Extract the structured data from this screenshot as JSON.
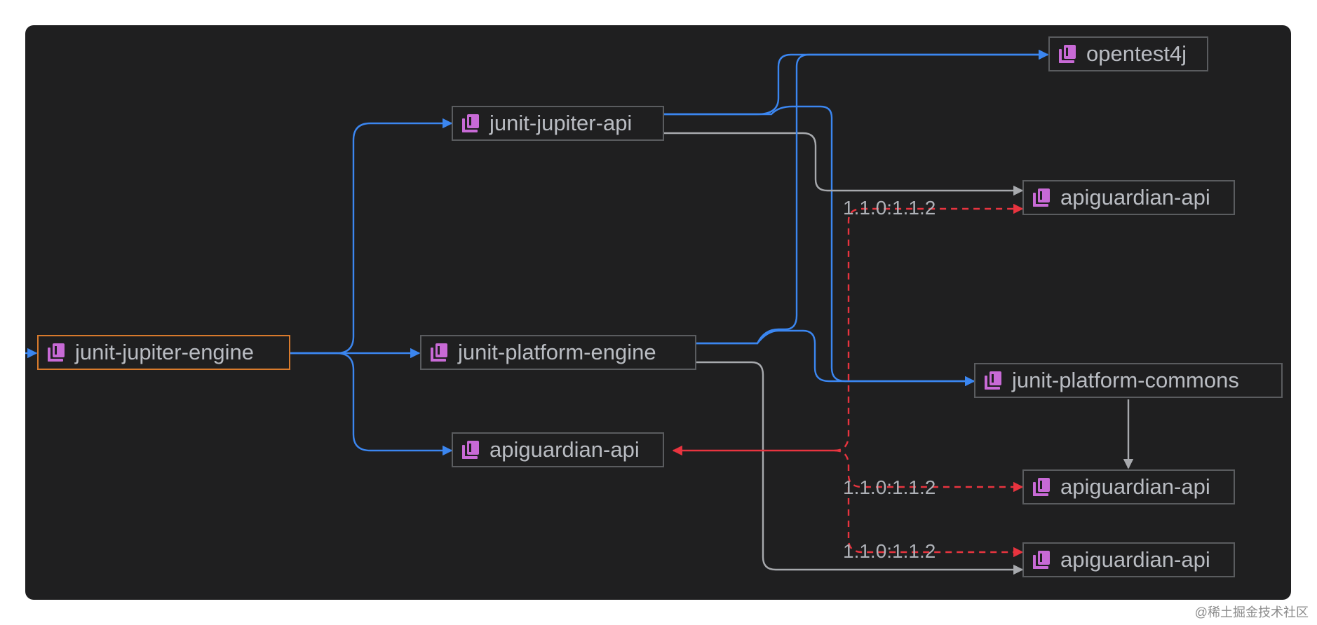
{
  "colors": {
    "background": "#1f1f20",
    "node_border": "#5a5c5f",
    "root_border": "#d87a2c",
    "compile_edge": "#3b86f0",
    "gray_edge": "#a7a9ad",
    "conflict_edge": "#e8343f",
    "icon": "#c86ad6"
  },
  "nodes": {
    "root": "junit-jupiter-engine",
    "jupiter_api": "junit-jupiter-api",
    "platform_engine": "junit-platform-engine",
    "apiguardian_mid": "apiguardian-api",
    "opentest4j": "opentest4j",
    "apiguardian_top": "apiguardian-api",
    "platform_commons": "junit-platform-commons",
    "apiguardian_commons": "apiguardian-api",
    "apiguardian_bottom": "apiguardian-api"
  },
  "edge_labels": {
    "conflict_1": "1.1.0:1.1.2",
    "conflict_2": "1.1.0:1.1.2",
    "conflict_3": "1.1.0:1.1.2"
  },
  "watermark": "@稀土掘金技术社区",
  "icon_name": "library-icon"
}
